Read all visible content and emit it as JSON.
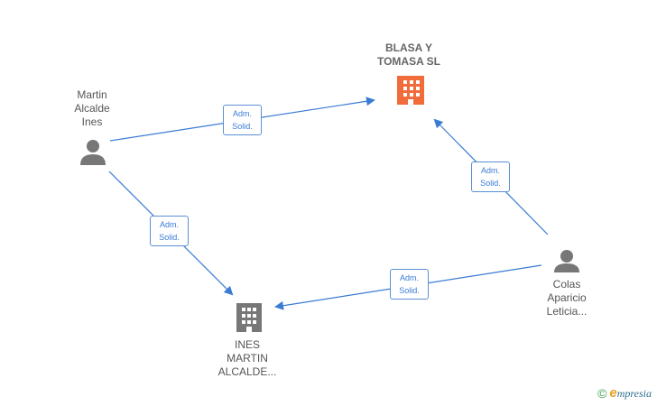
{
  "nodes": {
    "blasa": {
      "label": "BLASA Y\nTOMASA  SL",
      "color": "#f26b3a"
    },
    "martin": {
      "label": "Martin\nAlcalde\nInes",
      "color": "#777777"
    },
    "ines_co": {
      "label": "INES\nMARTIN\nALCALDE...",
      "color": "#777777"
    },
    "colas": {
      "label": "Colas\nAparicio\nLeticia...",
      "color": "#777777"
    }
  },
  "edges": [
    {
      "label": "Adm.\nSolid."
    },
    {
      "label": "Adm.\nSolid."
    },
    {
      "label": "Adm.\nSolid."
    },
    {
      "label": "Adm.\nSolid."
    }
  ],
  "edge_color": "#3a7bd5",
  "watermark": {
    "copyright": "©",
    "brand_initial": "e",
    "brand_rest": "mpresia"
  }
}
